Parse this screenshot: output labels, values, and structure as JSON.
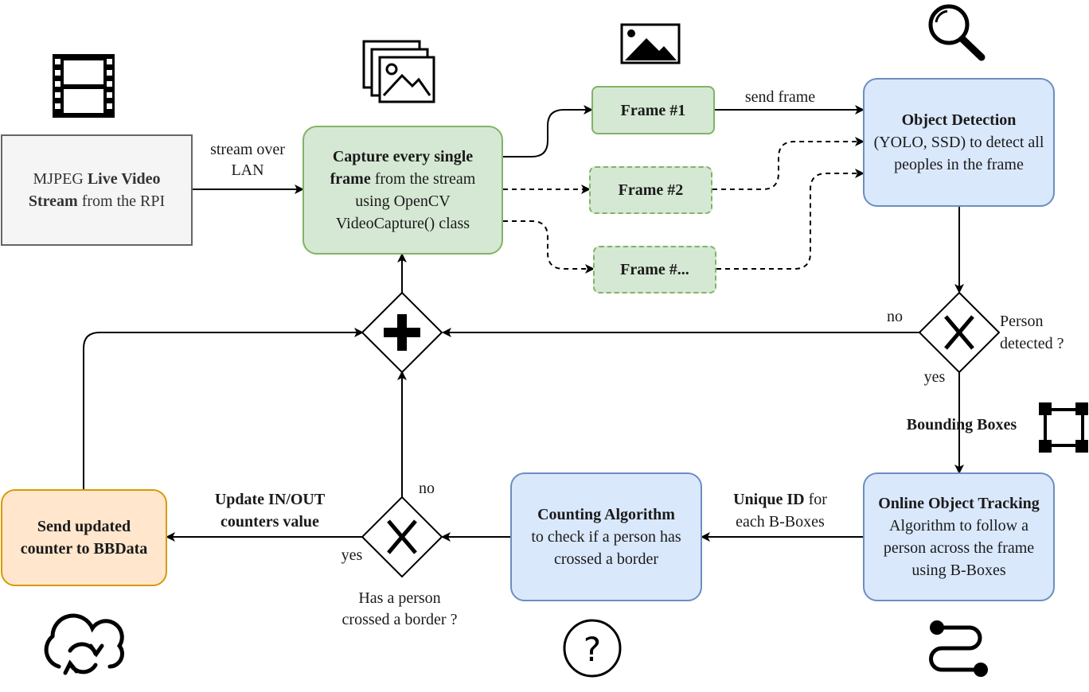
{
  "nodes": {
    "stream": {
      "pre": "MJPEG ",
      "bold": "Live Video Stream",
      "post": " from the RPI"
    },
    "capture": {
      "bold": "Capture every single frame",
      "post": " from the stream using OpenCV VideoCapture() class"
    },
    "frame1": {
      "label": "Frame #1"
    },
    "frame2": {
      "label": "Frame #2"
    },
    "frame3": {
      "label": "Frame #..."
    },
    "detection": {
      "bold": "Object Detection",
      "post": "(YOLO, SSD) to detect all peoples in the frame"
    },
    "tracking": {
      "bold": "Online Object Tracking",
      "post": " Algorithm to follow a person across the frame using B-Boxes"
    },
    "counting": {
      "bold": "Counting Algorithm",
      "post": "to check if a person has crossed a border"
    },
    "send": {
      "label": "Send updated counter to BBData"
    }
  },
  "labels": {
    "stream_over": "stream over",
    "lan": "LAN",
    "send_frame": "send frame",
    "no_top": "no",
    "person_detected_1": "Person",
    "person_detected_2": "detected ?",
    "yes_right": "yes",
    "bounding_boxes": "Bounding Boxes",
    "unique_id_bold": "Unique ID",
    "unique_id_post": " for",
    "each_bboxes": "each B-Boxes",
    "update_1": "Update IN/OUT",
    "update_2": "counters value",
    "no_bottom": "no",
    "yes_bottom": "yes",
    "crossed_1": "Has a person",
    "crossed_2": "crossed a border ?"
  },
  "icons": [
    "film-icon",
    "images-stack-icon",
    "image-icon",
    "magnifier-icon",
    "bounding-box-icon",
    "route-icon",
    "question-icon",
    "cloud-sync-icon"
  ],
  "colors": {
    "gray_fill": "#f5f5f5",
    "gray_stroke": "#666666",
    "green_fill": "#d5e8d4",
    "green_stroke": "#82b366",
    "blue_fill": "#dae8fc",
    "blue_stroke": "#6c8ebf",
    "orange_fill": "#ffe6cc",
    "orange_stroke": "#d79b00"
  }
}
